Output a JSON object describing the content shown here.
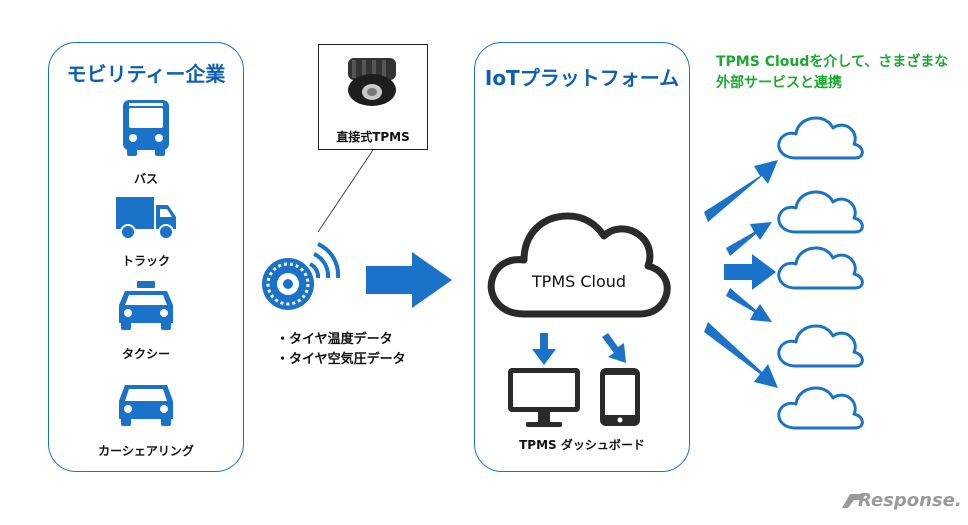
{
  "mobility": {
    "title": "モビリティー企業",
    "items": [
      {
        "label": "バス",
        "icon": "bus-icon"
      },
      {
        "label": "トラック",
        "icon": "truck-icon"
      },
      {
        "label": "タクシー",
        "icon": "taxi-icon"
      },
      {
        "label": "カーシェアリング",
        "icon": "car-icon"
      }
    ]
  },
  "sensor": {
    "label": "直接式TPMS",
    "icon": "tire-sensor-icon",
    "data_lines": [
      "・タイヤ温度データ",
      "・タイヤ空気圧データ"
    ]
  },
  "platform": {
    "title": "IoTプラットフォーム",
    "cloud_label": "TPMS Cloud",
    "dashboard_label": "TPMS ダッシュボード"
  },
  "services": {
    "note_lines": [
      "TPMS Cloudを介して、さまざまな",
      "外部サービスと連携"
    ],
    "cloud_count": 5
  },
  "watermark": "Response.",
  "colors": {
    "accent": "#1a73c9",
    "note": "#1aa830",
    "dark": "#2a2a2a"
  }
}
